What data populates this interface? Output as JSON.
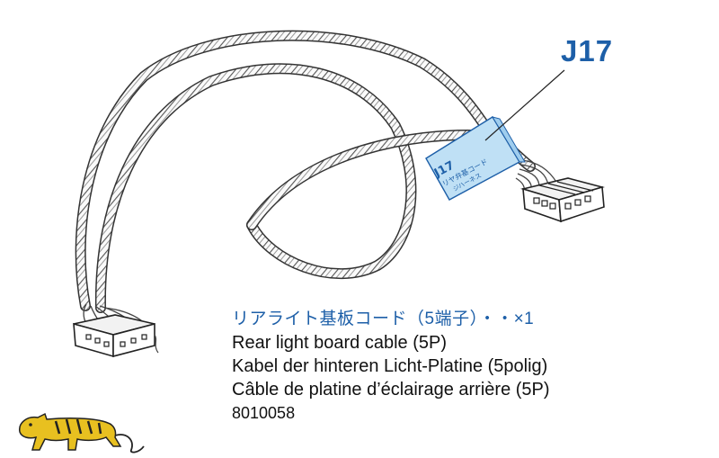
{
  "part": {
    "code": "J17",
    "tag": {
      "code": "J17",
      "line1": "リヤ弁基コード",
      "line2": "ジハーネス"
    }
  },
  "description": {
    "japanese": "リアライト基板コード（5端子）・・×1",
    "english": "Rear light board cable (5P)",
    "german": "Kabel der hinteren Licht-Platine (5polig)",
    "french": "Câble de platine d’éclairage arrière (5P)",
    "part_number": "8010058"
  },
  "colors": {
    "accent": "#1d5fa8",
    "tag_fill": "#bfe0f5",
    "text": "#111111"
  },
  "icons": {
    "logo": "tiger-logo-icon"
  }
}
